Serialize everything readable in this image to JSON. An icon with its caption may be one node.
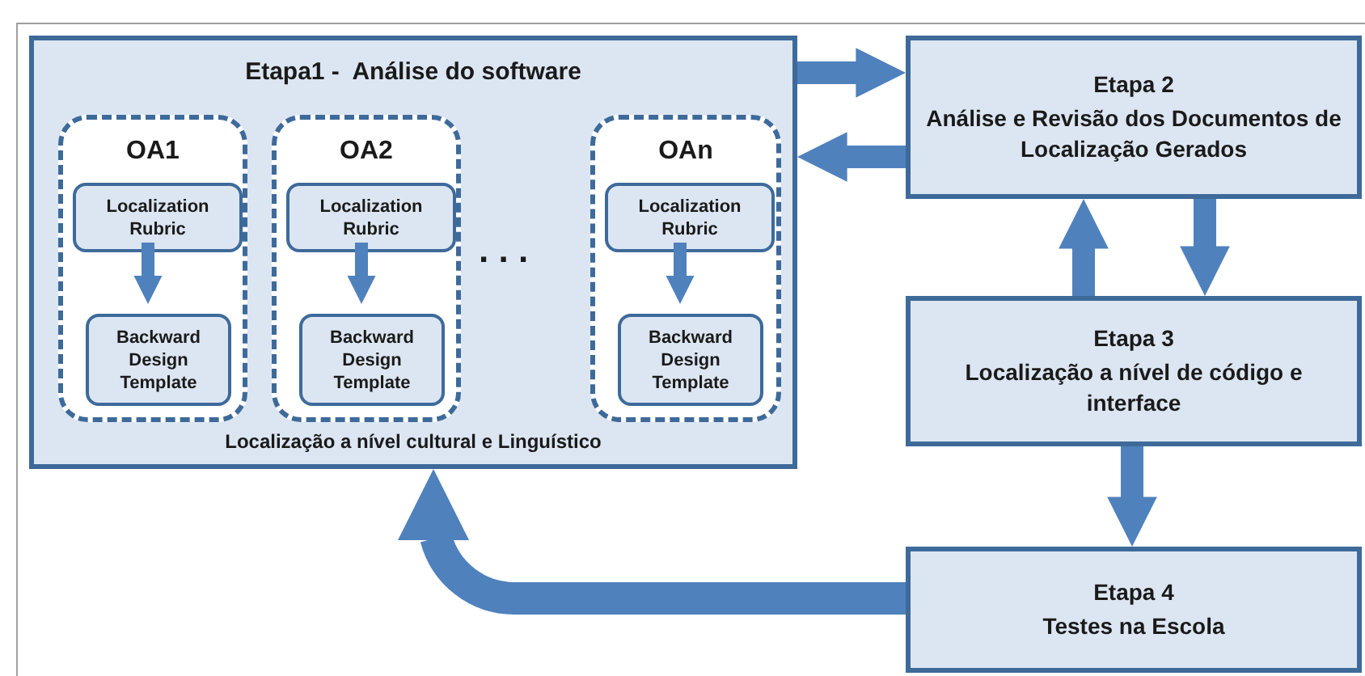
{
  "diagram": {
    "nodes": [
      {
        "text": [
          "Etapa1 -  Análise do software",
          "Localização a nível cultural e Linguístico"
        ]
      },
      {
        "text": [
          "OA1"
        ],
        "in": 0
      },
      {
        "text": [
          "Localization Rubric"
        ],
        "in": 1
      },
      {
        "text": [
          "Backward Design Template"
        ],
        "in": 1
      },
      {
        "text": [
          "OA2"
        ],
        "in": 0
      },
      {
        "text": [
          "Localization Rubric"
        ],
        "in": 4
      },
      {
        "text": [
          "Backward Design Template"
        ],
        "in": 4
      },
      {
        "text": [
          "OAn"
        ],
        "in": 0
      },
      {
        "text": [
          "Localization Rubric"
        ],
        "in": 7
      },
      {
        "text": [
          "Backward Design Template"
        ],
        "in": 7
      },
      {
        "text": [
          "Etapa 2",
          "Análise e Revisão dos Documentos de Localização Gerados"
        ]
      },
      {
        "text": [
          "Etapa 3",
          "Localização a nível de código e interface"
        ]
      },
      {
        "text": [
          "Etapa 4",
          "Testes na Escola"
        ]
      }
    ],
    "edges": [
      {
        "from": 2,
        "to": 3,
        "arrow": "to"
      },
      {
        "from": 5,
        "to": 6,
        "arrow": "to"
      },
      {
        "from": 8,
        "to": 9,
        "arrow": "to"
      },
      {
        "from": 0,
        "to": 10,
        "arrow": "to"
      },
      {
        "from": 10,
        "to": 0,
        "arrow": "to"
      },
      {
        "from": 10,
        "to": 11,
        "arrow": "to"
      },
      {
        "from": 11,
        "to": 10,
        "arrow": "to"
      },
      {
        "from": 11,
        "to": 12,
        "arrow": "to"
      },
      {
        "from": 12,
        "to": 0,
        "arrow": "to"
      }
    ],
    "labels": [
      ". . ."
    ]
  }
}
